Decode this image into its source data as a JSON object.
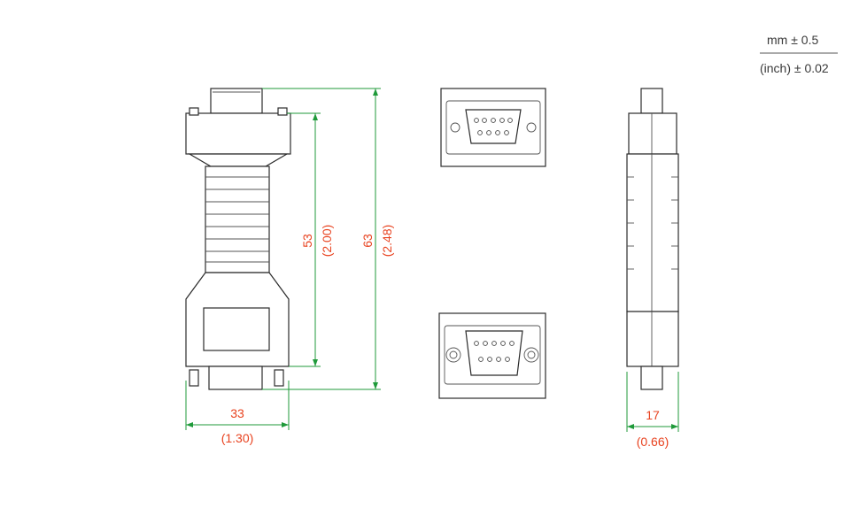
{
  "tolerance": {
    "mm": "mm ± 0.5",
    "inch": "(inch) ± 0.02"
  },
  "dimensions": {
    "width_front": {
      "mm": "33",
      "inch": "(1.30)"
    },
    "height_inner": {
      "mm": "53",
      "inch": "(2.00)"
    },
    "height_total": {
      "mm": "63",
      "inch": "(2.48)"
    },
    "width_side": {
      "mm": "17",
      "inch": "(0.66)"
    }
  },
  "colors": {
    "dimension_line": "#1f9a3a",
    "dimension_text": "#e8421f",
    "outline": "#2b2b2b"
  }
}
